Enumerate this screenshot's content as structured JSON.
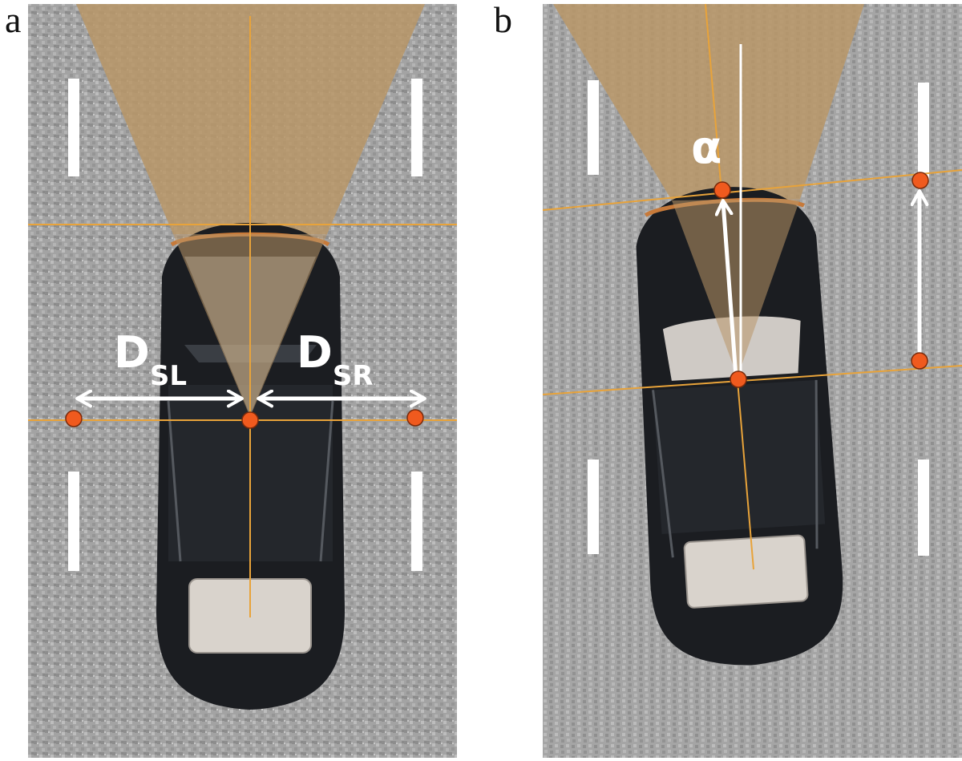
{
  "panels": [
    {
      "label": "a",
      "annotations": {
        "left_distance": {
          "main": "D",
          "sub": "SL"
        },
        "right_distance": {
          "main": "D",
          "sub": "SR"
        }
      }
    },
    {
      "label": "b",
      "annotations": {
        "angle": "α"
      }
    }
  ],
  "colors": {
    "road": "#a3a3a3",
    "camera_fov": "#b99667",
    "reference_line": "#e8a33a",
    "marker": "#f05a1e",
    "arrow": "#ffffff",
    "car_body": "#1b1d21"
  }
}
